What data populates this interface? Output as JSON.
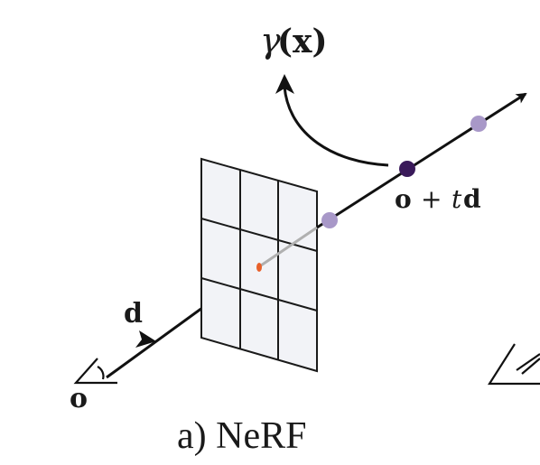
{
  "figure": {
    "caption": "a) NeRF",
    "labels": {
      "gamma_fn": "γ",
      "gamma_arg": "(x)",
      "point_o": "o",
      "point_plus": "+",
      "point_t": "t",
      "point_d": "d",
      "direction": "d",
      "origin": "o"
    },
    "grid": {
      "rows": 3,
      "cols": 3
    },
    "colors": {
      "ray": "#111111",
      "ray_inside": "#b0b0b0",
      "sample_point": "#a898c8",
      "query_point": "#3a1a5a",
      "pixel_hit": "#e8602a",
      "image_plane_fill": "#f2f3f7",
      "image_plane_stroke": "#1a1a1a"
    },
    "icons": [
      "eye-camera-icon",
      "eye-camera-icon-partial"
    ]
  }
}
